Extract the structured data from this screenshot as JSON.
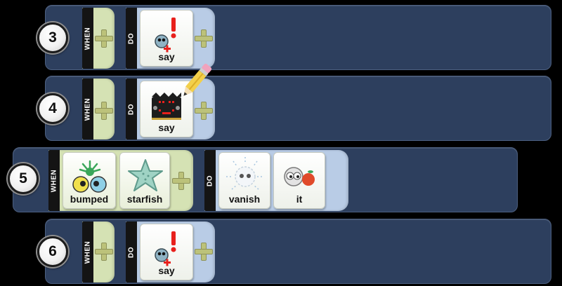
{
  "rows": [
    {
      "number": "3",
      "when_label": "WHEN",
      "do_label": "DO",
      "do_tiles": [
        {
          "label": "say",
          "icon": "say-character-icon"
        }
      ]
    },
    {
      "number": "4",
      "when_label": "WHEN",
      "do_label": "DO",
      "do_tiles": [
        {
          "label": "say",
          "icon": "microbit-say-icon"
        }
      ],
      "edit_icon": "pencil-icon"
    },
    {
      "number": "5",
      "when_label": "WHEN",
      "do_label": "DO",
      "when_tiles": [
        {
          "label": "bumped",
          "icon": "bumped-icon"
        },
        {
          "label": "starfish",
          "icon": "starfish-icon"
        }
      ],
      "do_tiles": [
        {
          "label": "vanish",
          "icon": "vanish-icon"
        },
        {
          "label": "it",
          "icon": "it-icon"
        }
      ]
    },
    {
      "number": "6",
      "when_label": "WHEN",
      "do_label": "DO",
      "do_tiles": [
        {
          "label": "say",
          "icon": "say-character-icon"
        }
      ]
    }
  ],
  "colors": {
    "background": "#000000",
    "row": "#2d3f5e",
    "when_panel": "#d5e2b4",
    "do_panel": "#b9cce6",
    "plus": "#bcc27a",
    "alert": "#e8201c"
  }
}
